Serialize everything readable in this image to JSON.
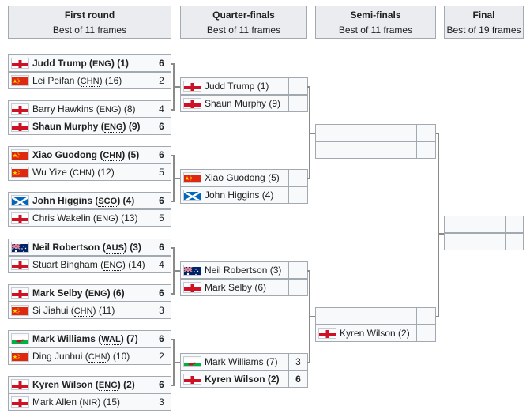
{
  "headers": [
    {
      "title": "First round",
      "format": "Best of 11 frames"
    },
    {
      "title": "Quarter-finals",
      "format": "Best of 11 frames"
    },
    {
      "title": "Semi-finals",
      "format": "Best of 11 frames"
    },
    {
      "title": "Final",
      "format": "Best of 19 frames"
    }
  ],
  "first_round": [
    {
      "name": "Judd Trump",
      "nat": "ENG",
      "seed": "(1)",
      "score": "6",
      "flag": "eng",
      "win": true
    },
    {
      "name": "Lei Peifan",
      "nat": "CHN",
      "seed": "(16)",
      "score": "2",
      "flag": "chn",
      "win": false
    },
    {
      "name": "Barry Hawkins",
      "nat": "ENG",
      "seed": "(8)",
      "score": "4",
      "flag": "eng",
      "win": false
    },
    {
      "name": "Shaun Murphy",
      "nat": "ENG",
      "seed": "(9)",
      "score": "6",
      "flag": "eng",
      "win": true
    },
    {
      "name": "Xiao Guodong",
      "nat": "CHN",
      "seed": "(5)",
      "score": "6",
      "flag": "chn",
      "win": true
    },
    {
      "name": "Wu Yize",
      "nat": "CHN",
      "seed": "(12)",
      "score": "5",
      "flag": "chn",
      "win": false
    },
    {
      "name": "John Higgins",
      "nat": "SCO",
      "seed": "(4)",
      "score": "6",
      "flag": "sco",
      "win": true
    },
    {
      "name": "Chris Wakelin",
      "nat": "ENG",
      "seed": "(13)",
      "score": "5",
      "flag": "eng",
      "win": false
    },
    {
      "name": "Neil Robertson",
      "nat": "AUS",
      "seed": "(3)",
      "score": "6",
      "flag": "aus",
      "win": true
    },
    {
      "name": "Stuart Bingham",
      "nat": "ENG",
      "seed": "(14)",
      "score": "4",
      "flag": "eng",
      "win": false
    },
    {
      "name": "Mark Selby",
      "nat": "ENG",
      "seed": "(6)",
      "score": "6",
      "flag": "eng",
      "win": true
    },
    {
      "name": "Si Jiahui",
      "nat": "CHN",
      "seed": "(11)",
      "score": "3",
      "flag": "chn",
      "win": false
    },
    {
      "name": "Mark Williams",
      "nat": "WAL",
      "seed": "(7)",
      "score": "6",
      "flag": "wal",
      "win": true
    },
    {
      "name": "Ding Junhui",
      "nat": "CHN",
      "seed": "(10)",
      "score": "2",
      "flag": "chn",
      "win": false
    },
    {
      "name": "Kyren Wilson",
      "nat": "ENG",
      "seed": "(2)",
      "score": "6",
      "flag": "eng",
      "win": true
    },
    {
      "name": "Mark Allen",
      "nat": "NIR",
      "seed": "(15)",
      "score": "3",
      "flag": "eng",
      "win": false
    }
  ],
  "quarter_finals": [
    {
      "name": "Judd Trump",
      "seed": "(1)",
      "score": "",
      "flag": "eng",
      "win": false
    },
    {
      "name": "Shaun Murphy",
      "seed": "(9)",
      "score": "",
      "flag": "eng",
      "win": false
    },
    {
      "name": "Xiao Guodong",
      "seed": "(5)",
      "score": "",
      "flag": "chn",
      "win": false
    },
    {
      "name": "John Higgins",
      "seed": "(4)",
      "score": "",
      "flag": "sco",
      "win": false
    },
    {
      "name": "Neil Robertson",
      "seed": "(3)",
      "score": "",
      "flag": "aus",
      "win": false
    },
    {
      "name": "Mark Selby",
      "seed": "(6)",
      "score": "",
      "flag": "eng",
      "win": false
    },
    {
      "name": "Mark Williams",
      "seed": "(7)",
      "score": "3",
      "flag": "wal",
      "win": false
    },
    {
      "name": "Kyren Wilson",
      "seed": "(2)",
      "score": "6",
      "flag": "eng",
      "win": true
    }
  ],
  "semi_finals": [
    {
      "name": "",
      "seed": "",
      "score": "",
      "flag": ""
    },
    {
      "name": "",
      "seed": "",
      "score": "",
      "flag": ""
    },
    {
      "name": "",
      "seed": "",
      "score": "",
      "flag": ""
    },
    {
      "name": "Kyren Wilson",
      "seed": "(2)",
      "score": "",
      "flag": "eng"
    }
  ],
  "final": [
    {
      "name": "",
      "seed": "",
      "score": "",
      "flag": ""
    },
    {
      "name": "",
      "seed": "",
      "score": "",
      "flag": ""
    }
  ]
}
